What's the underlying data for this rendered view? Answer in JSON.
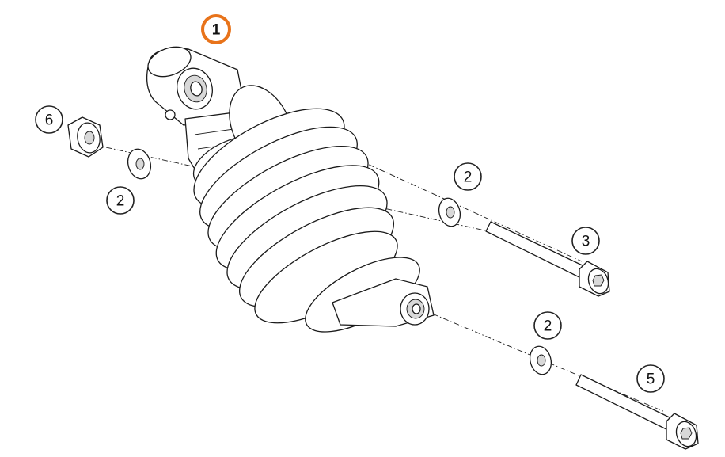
{
  "diagram": {
    "highlight_color": "#e8731a",
    "line_color": "#1a1a1a",
    "callouts": [
      {
        "id": "c1",
        "label": "1",
        "highlighted": true
      },
      {
        "id": "c6",
        "label": "6",
        "highlighted": false
      },
      {
        "id": "c2a",
        "label": "2",
        "highlighted": false
      },
      {
        "id": "c2b",
        "label": "2",
        "highlighted": false
      },
      {
        "id": "c3",
        "label": "3",
        "highlighted": false
      },
      {
        "id": "c2c",
        "label": "2",
        "highlighted": false
      },
      {
        "id": "c5",
        "label": "5",
        "highlighted": false
      }
    ]
  }
}
